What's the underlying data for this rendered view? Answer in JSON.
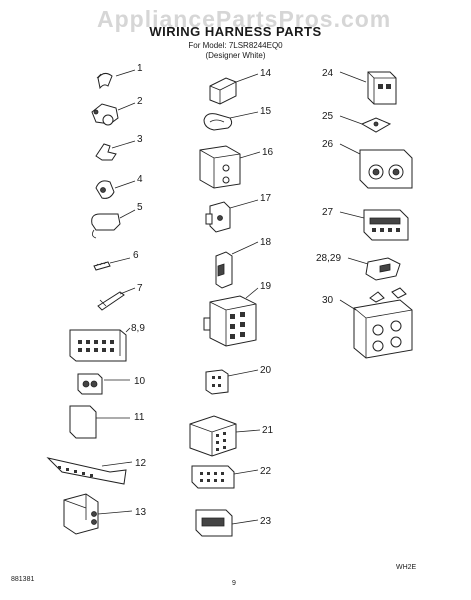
{
  "watermark": "AppliancePartsPros.com",
  "title": "WIRING HARNESS PARTS",
  "model_line": "For Model: 7LSR8244EQ0",
  "variant_line": "(Designer White)",
  "footer": {
    "left": "881381",
    "page": "9",
    "right": "WH2E"
  },
  "callouts": [
    "1",
    "2",
    "3",
    "4",
    "5",
    "6",
    "7",
    "8,9",
    "10",
    "11",
    "12",
    "13",
    "14",
    "15",
    "16",
    "17",
    "18",
    "19",
    "20",
    "21",
    "22",
    "23",
    "24",
    "25",
    "26",
    "27",
    "28,29",
    "30"
  ]
}
